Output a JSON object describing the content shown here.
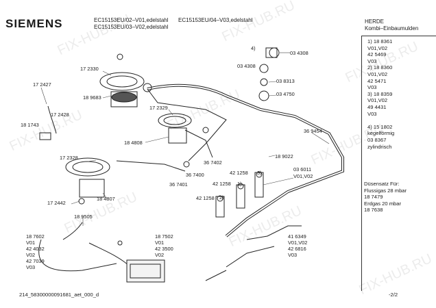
{
  "brand": "SIEMENS",
  "models": {
    "m1": "EC15153EU/02–V01,edelstahl",
    "m2": "EC15153EU/03–V02,edelstahl",
    "m3": "EC15153EU/04–V03,edelstahl"
  },
  "title": {
    "line1": "HERDE",
    "line2": "Kombi–Einbaumulden"
  },
  "side_notes": [
    "1)  18 8361",
    "      V01,V02",
    "      42 5469",
    "      V03",
    "2)  18 8360",
    "      V01,V02",
    "      42 5471",
    "      V03",
    "3)  18 8359",
    "      V01,V02",
    "      49 4431",
    "      V03",
    "",
    "4)  15 1802",
    "      kegelförmig",
    "      03 8367",
    "      zylindrisch"
  ],
  "nozzle": [
    "Düsensatz Für:",
    "Flussigas 28 mbar",
    "18 7479",
    "Erdgas 20 mbar",
    "18 7638"
  ],
  "labels": {
    "p172330": "17 2330",
    "p172427": "17 2427",
    "p172428": "17 2428",
    "p189683": "18 9683",
    "p181743": "18 1743",
    "p172329": "17 2329",
    "p184808": "18 4808",
    "p172328": "17 2328",
    "p367402": "36 7402",
    "p367400": "36 7400",
    "p367401": "36 7401",
    "p184807": "18 4807",
    "p172442": "17 2442",
    "p189505": "18 9505",
    "p4": "4)",
    "p034308a": "03 4308",
    "p034308b": "03 4308",
    "p038313": "03 8313",
    "p034750": "03 4750",
    "p369454": "36 9454",
    "p189022": "18 9022",
    "p421258a": "42 1258",
    "p421258b": "42 1258",
    "p421258c": "42 1258",
    "n1": "1)",
    "n2": "2)",
    "n3": "3)",
    "p036011": "03 6011",
    "pv0102": "V01,V02",
    "p187602": "18 7602",
    "p187602v01": "V01",
    "p424032": "42 4032",
    "p424032v02": "V02",
    "p427039": "42 7039",
    "p427039v03": "V03",
    "p187502": "18 7502",
    "p187502v01": "V01",
    "p423500": "42 3500",
    "p423500v02": "V02",
    "p416349": "41 6349",
    "p416349v": "V01,V02",
    "p426816": "42 6816",
    "p426816v": "V03"
  },
  "footer": {
    "doc_id": "214_58300000091681_aet_000_d",
    "page": "-2/2"
  },
  "watermark": "FIX-HUB.RU"
}
